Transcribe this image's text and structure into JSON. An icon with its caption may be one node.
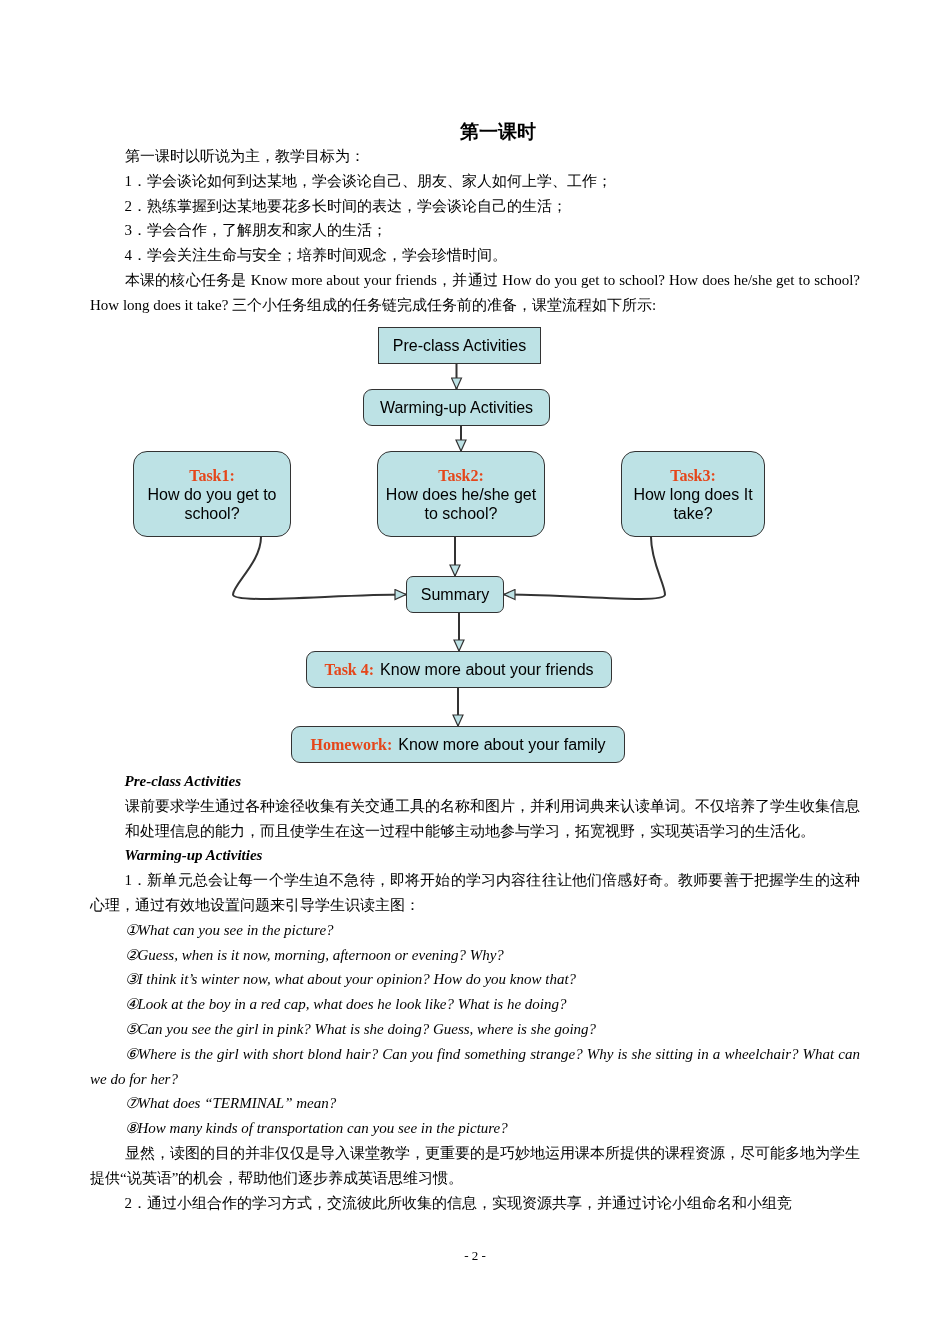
{
  "diagram": {
    "title": "第一课时",
    "nodes": [
      {
        "text": [
          "Pre-class Activities"
        ]
      },
      {
        "text": [
          "Warming-up Activities"
        ]
      },
      {
        "text": [
          "Task1:",
          "How do you get to school?"
        ]
      },
      {
        "text": [
          "Task2:",
          "How does he/she get to school?"
        ]
      },
      {
        "text": [
          "Task3:",
          "How long does It take?"
        ]
      },
      {
        "text": [
          "Summary"
        ]
      },
      {
        "text": [
          "Task 4:",
          "Know more about your friends"
        ]
      },
      {
        "text": [
          "Homework:",
          "Know more about your family"
        ]
      }
    ],
    "edges": [
      {
        "from": 0,
        "to": 1,
        "arrow": "to"
      },
      {
        "from": 1,
        "to": 3,
        "arrow": "to"
      },
      {
        "from": 2,
        "to": 5,
        "arrow": "to"
      },
      {
        "from": 3,
        "to": 5,
        "arrow": "to"
      },
      {
        "from": 4,
        "to": 5,
        "arrow": "to"
      },
      {
        "from": 5,
        "to": 6,
        "arrow": "to"
      },
      {
        "from": 6,
        "to": 7,
        "arrow": "to"
      }
    ],
    "labels": [
      "第一课时以听说为主，教学目标为：",
      "1．学会谈论如何到达某地，学会谈论自己、朋友、家人如何上学、工作；",
      "2．熟练掌握到达某地要花多长时间的表达，学会谈论自己的生活；",
      "3．学会合作，了解朋友和家人的生活；",
      "4．学会关注生命与安全；培养时间观念，学会珍惜时间。",
      "本课的核心任务是 Know more about your friends，并通过 How do you get to school? How does he/she get to school? How long does it take? 三个小任务组成的任务链完成任务前的准备，课堂流程如下所示:",
      "Pre-class Activities",
      "课前要求学生通过各种途径收集有关交通工具的名称和图片，并利用词典来认读单词。不仅培养了学生收集信息和处理信息的能力，而且使学生在这一过程中能够主动地参与学习，拓宽视野，实现英语学习的生活化。",
      "Warming-up Activities",
      "1．新单元总会让每一个学生迫不急待，即将开始的学习内容往往让他们倍感好奇。教师要善于把握学生的这种心理，通过有效地设置问题来引导学生识读主图：",
      "①What can you see in the picture?",
      "②Guess, when is it now, morning, afternoon or evening? Why?",
      "③I think it’s winter now, what about your opinion? How do you know that?",
      "④Look at the boy in a red cap, what does he look like? What is he doing?",
      "⑤Can you see the girl in pink? What is she doing? Guess, where is she going?",
      "⑥Where is the girl with short blond hair? Can you find something strange? Why is she sitting in a wheelchair? What can we do for her?",
      "⑦What does “TERMINAL” mean?",
      "⑧How many kinds of transportation can you see in the picture?",
      "显然，读图的目的并非仅仅是导入课堂教学，更重要的是巧妙地运用课本所提供的课程资源，尽可能多地为学生提供“说英语”的机会，帮助他们逐步养成英语思维习惯。",
      "2．通过小组合作的学习方式，交流彼此所收集的信息，实现资源共享，并通过讨论小组命名和小组竞",
      "- 2 -"
    ]
  }
}
